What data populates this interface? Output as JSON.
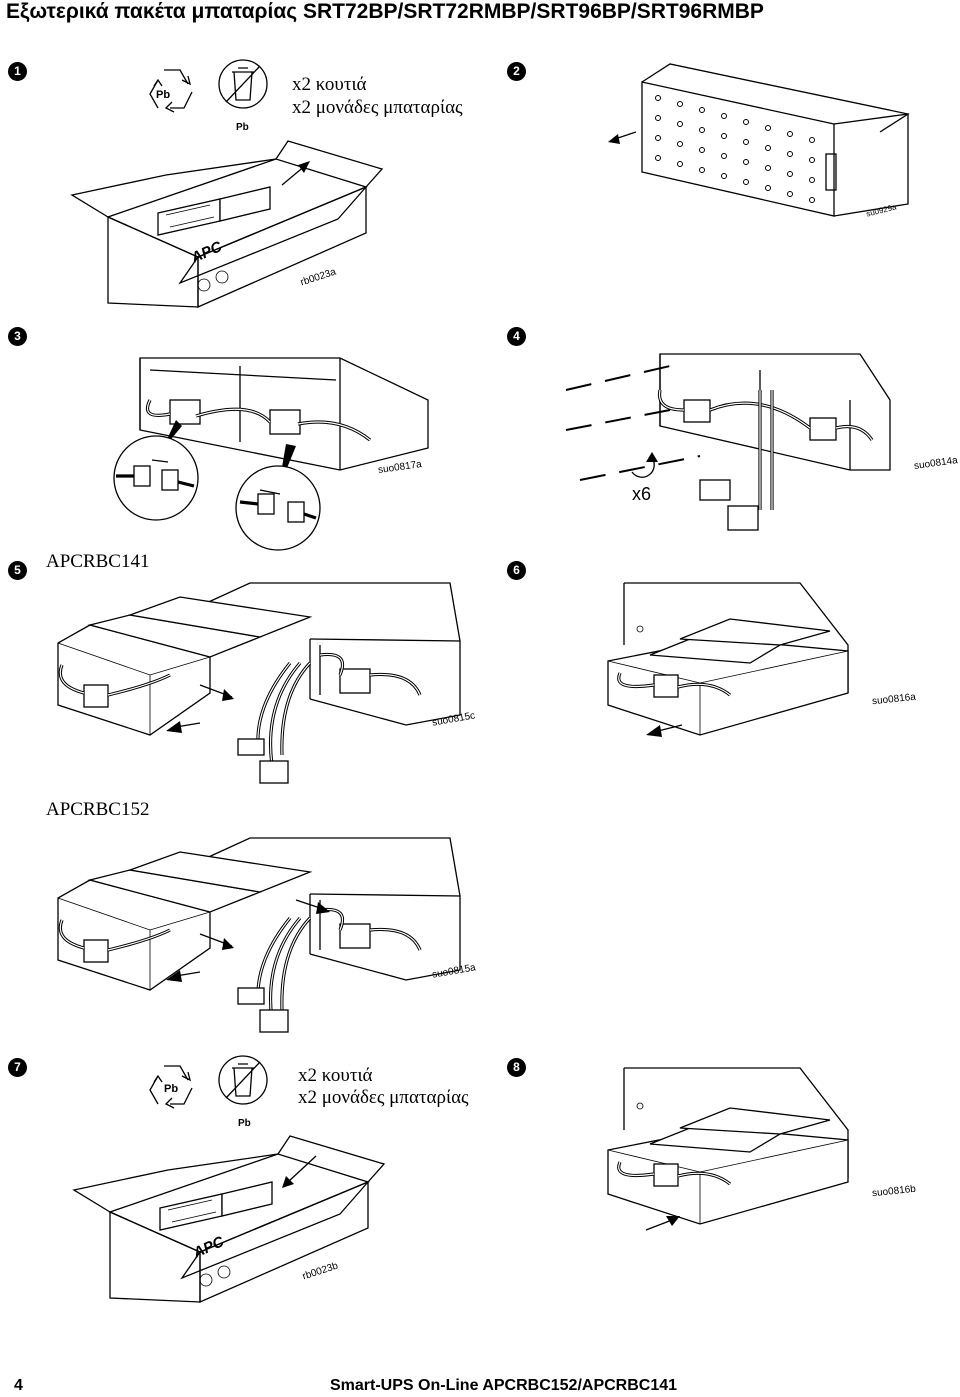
{
  "header": {
    "title": "Εξωτερικά πακέτα μπαταρίας SRT72BP/SRT72RMBP/SRT96BP/SRT96RMBP"
  },
  "steps": {
    "s1": "1",
    "s2": "2",
    "s3": "3",
    "s4": "4",
    "s5": "5",
    "s6": "6",
    "s7": "7",
    "s8": "8"
  },
  "packaging": {
    "boxes": "x2 κουτιά",
    "units": "x2 μονάδες μπαταρίας",
    "lead_symbol": "Pb",
    "brand_logo": "APC"
  },
  "figure_codes": {
    "rb0023a": "rb0023a",
    "su0929a": "su0929a",
    "suo0817a": "suo0817a",
    "suo0814a": "suo0814a",
    "suo0815c": "suo0815c",
    "suo0816a": "suo0816a",
    "suo0815a": "suo0815a",
    "rb0023b": "rb0023b",
    "suo0816b": "suo0816b"
  },
  "screw_count": "x6",
  "models": {
    "a": "APCRBC141",
    "b": "APCRBC152"
  },
  "footer": {
    "page_number": "4",
    "doc_title": "Smart-UPS On-Line APCRBC152/APCRBC141"
  }
}
